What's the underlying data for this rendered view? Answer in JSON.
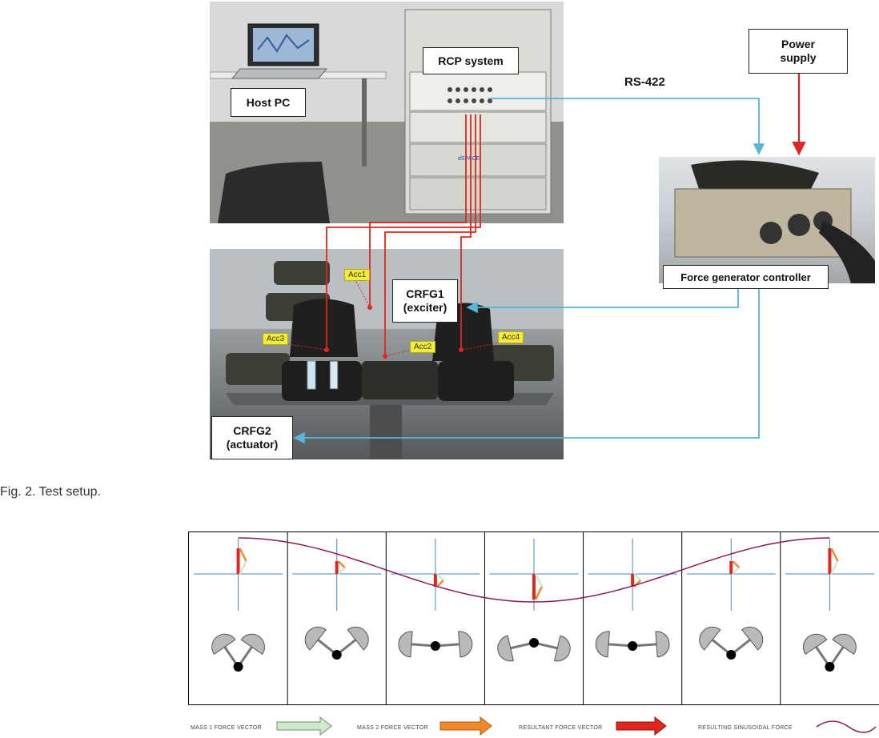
{
  "fig2": {
    "labels": {
      "host_pc": "Host PC",
      "rcp_system": "RCP system",
      "rs422": "RS-422",
      "power_supply": "Power\nsupply",
      "force_generator_controller": "Force generator controller",
      "crfg1": "CRFG1\n(exciter)",
      "crfg2": "CRFG2\n(actuator)"
    },
    "accelerometers": [
      "Acc1",
      "Acc2",
      "Acc3",
      "Acc4"
    ],
    "brand_text": "dSPACE",
    "caption": "Fig. 2. Test setup."
  },
  "fig3": {
    "panel_count": 7,
    "legend": {
      "mass1": "MASS 1 FORCE VECTOR",
      "mass2": "MASS 2 FORCE VECTOR",
      "resultant": "RESULTANT FORCE VECTOR",
      "sinusoid": "RESULTING SINUSOIDAL FORCE"
    },
    "colors": {
      "mass1": "#cfe9c9",
      "mass2": "#f0892c",
      "resultant": "#e0261f",
      "sinusoid": "#8b1a5c",
      "axes": "#4a86c8",
      "rcp_wire": "#e0261f",
      "rs422_wire": "#56b6d8"
    }
  }
}
